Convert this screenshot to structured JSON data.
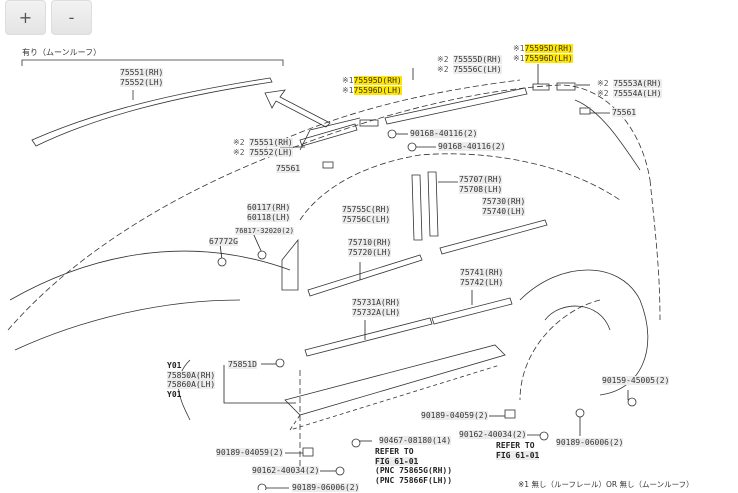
{
  "zoom_controls": {
    "zoom_in": "+",
    "zoom_out": "-"
  },
  "diagram": {
    "moonroof_group": "有り（ムーンルーフ）",
    "footnote": "※1 無し（ルーフレール）OR 無し（ムーンルーフ）",
    "highlight_color": "#ffe600",
    "labels": {
      "rail_top": [
        "75551(RH)",
        "75552(LH)"
      ],
      "cover_left": {
        "mark": "※1",
        "lines": [
          "75595D(RH)",
          "75596D(LH)"
        ]
      },
      "rail_rear": {
        "mark": "※2",
        "lines": [
          "75555D(RH)",
          "75556C(LH)"
        ]
      },
      "cover_right": {
        "mark": "※1",
        "lines": [
          "75595D(RH)",
          "75596D(LH)"
        ]
      },
      "end_rear": {
        "mark": "※2",
        "lines": [
          "75553A(RH)",
          "75554A(LH)"
        ]
      },
      "clip_rear": "75561",
      "rail_front": {
        "mark": "※2",
        "lines": [
          "75551(RH)",
          "75552(LH)"
        ]
      },
      "clip_front": "75561",
      "nut_1": "90168-40116(2)",
      "nut_2": "90168-40116(2)",
      "pillar_b": [
        "75707(RH)",
        "75708(LH)"
      ],
      "belt_rear": [
        "75730(RH)",
        "75740(LH)"
      ],
      "pillar_front": [
        "75755C(RH)",
        "75756C(LH)"
      ],
      "mirror_gasket": [
        "60117(RH)",
        "60118(LH)"
      ],
      "clip_mirror": "76817-32020(2)",
      "mirror_part": "67772G",
      "belt_front": [
        "75710(RH)",
        "75720(LH)"
      ],
      "door_rear": [
        "75741(RH)",
        "75742(LH)"
      ],
      "door_front": [
        "75731A(RH)",
        "75732A(LH)"
      ],
      "rocker_clip": "75851D",
      "rocker": [
        "Y01",
        "75850A(RH)",
        "75860A(LH)",
        "Y01"
      ],
      "clip_a": "90189-04059(2)",
      "screw_a": "90162-40034(2)",
      "refer_right": [
        "REFER TO",
        "FIG 61-01"
      ],
      "clip_b": "90467-08180(14)",
      "refer_center": [
        "REFER TO",
        "FIG 61-01",
        "(PNC 75865G(RH))",
        "(PNC 75866F(LH))"
      ],
      "clip_c": "90189-04059(2)",
      "screw_c": "90162-40034(2)",
      "clip_d": "90189-06006(2)",
      "bolt_e": "90159-45005(2)",
      "clip_e": "90189-06006(2)"
    }
  }
}
